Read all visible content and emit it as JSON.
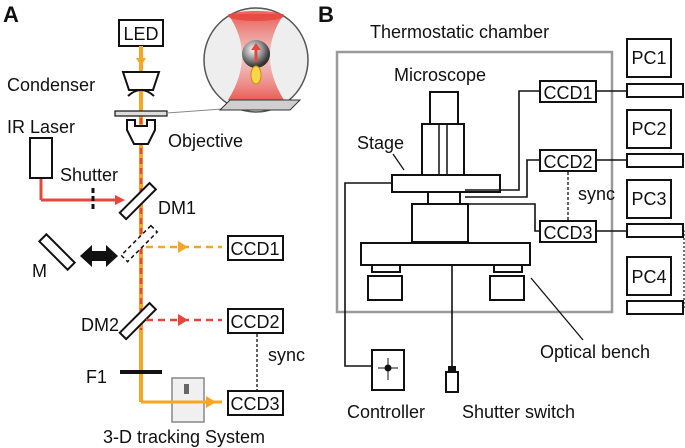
{
  "panel_a": {
    "letter": "A",
    "led": "LED",
    "condenser": "Condenser",
    "objective": "Objective",
    "ir_laser": "IR Laser",
    "shutter": "Shutter",
    "dm1": "DM1",
    "dm2": "DM2",
    "m": "M",
    "f1": "F1",
    "ccd1": "CCD1",
    "ccd2": "CCD2",
    "ccd3": "CCD3",
    "sync": "sync",
    "tracking": "3-D tracking System"
  },
  "panel_b": {
    "letter": "B",
    "chamber": "Thermostatic chamber",
    "microscope": "Microscope",
    "stage": "Stage",
    "ccd1": "CCD1",
    "ccd2": "CCD2",
    "ccd3": "CCD3",
    "sync": "sync",
    "pc1": "PC1",
    "pc2": "PC2",
    "pc3": "PC3",
    "pc4": "PC4",
    "optical_bench": "Optical bench",
    "controller": "Controller",
    "shutter_switch": "Shutter switch"
  },
  "colors": {
    "led_beam": "#f5a623",
    "laser_beam": "#e8453c",
    "chamber": "#9a9a9a",
    "ink": "#111111"
  }
}
